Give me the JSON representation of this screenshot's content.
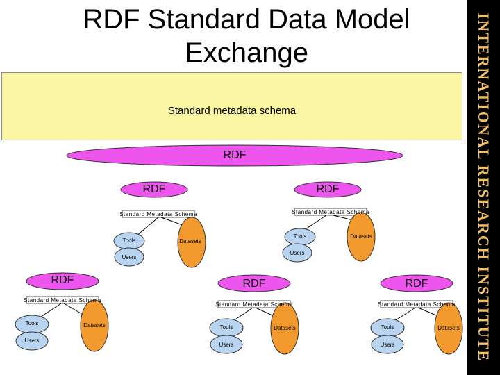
{
  "title": "RDF Standard Data Model Exchange",
  "title_line1": "RDF Standard Data Model",
  "title_line2": "Exchange",
  "sidebar_text": "International Research Institute",
  "top_box": {
    "label": "Standard metadata schema"
  },
  "central_rdf": "RDF",
  "node_labels": {
    "rdf": "RDF",
    "schema": "Standard Metadata Schema",
    "tools": "Tools",
    "datasets": "Datasets",
    "users": "Users"
  },
  "colors": {
    "schema_box": "#fbf6a3",
    "rdf_ellipse": "#ee55ee",
    "tools_users": "#b8d4f0",
    "datasets": "#f29a2e",
    "sidebar": "#000000",
    "sidebar_text": "#f2c060"
  }
}
